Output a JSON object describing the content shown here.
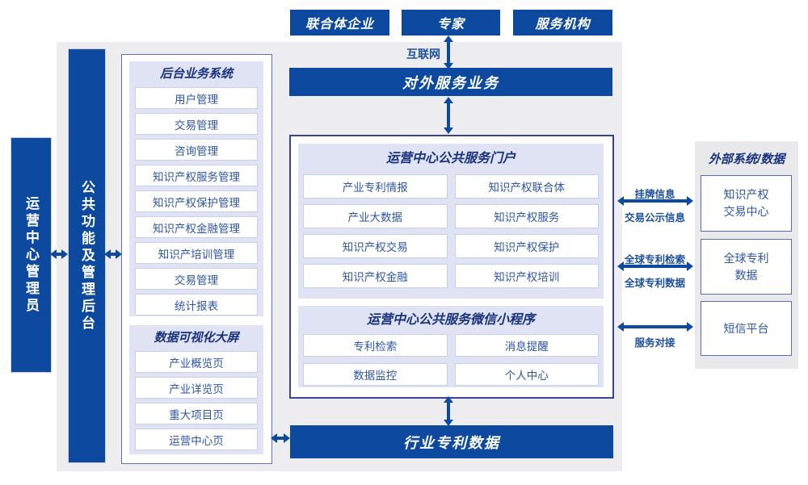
{
  "palette": {
    "primary_blue": "#0d4a9f",
    "navy_title": "#19327e",
    "item_text_blue": "#2e55a8",
    "label_blue": "#1d4fa1",
    "panel_lavender": "#dfe3f3",
    "background_gray": "#ededef"
  },
  "actors": [
    {
      "label": "联合体企业"
    },
    {
      "label": "专家"
    },
    {
      "label": "服务机构"
    }
  ],
  "labels": {
    "internet": "互联网"
  },
  "bars": {
    "external_service": "对外服务业务",
    "industry_patent": "行业专利数据"
  },
  "left": {
    "admin_bar": "运营中心管理员",
    "backend_bar": "公共功能及管理后台",
    "backend_system": {
      "title": "后台业务系统",
      "items": [
        "用户管理",
        "交易管理",
        "咨询管理",
        "知识产权服务管理",
        "知识产权保护管理",
        "知识产权金融管理",
        "知识产培训管理",
        "交易管理",
        "统计报表"
      ]
    },
    "dashboard": {
      "title": "数据可视化大屏",
      "items": [
        "产业概览页",
        "产业详览页",
        "重大项目页",
        "运营中心页"
      ]
    }
  },
  "center": {
    "portal": {
      "title": "运营中心公共服务门户",
      "items": [
        "产业专利情报",
        "知识产权联合体",
        "产业大数据",
        "知识产权服务",
        "知识产权交易",
        "知识产权保护",
        "知识产权金融",
        "知识产权培训"
      ]
    },
    "miniprogram": {
      "title": "运营中心公共服务微信小程序",
      "items": [
        "专利检索",
        "消息提醒",
        "数据监控",
        "个人中心"
      ]
    }
  },
  "right": {
    "title": "外部系统/数据",
    "systems": [
      "知识产权\n交易中心",
      "全球专利\n数据",
      "短信平台"
    ],
    "links": [
      {
        "top": "挂牌信息",
        "bottom": "交易公示信息"
      },
      {
        "top": "全球专利检索",
        "bottom": "全球专利数据"
      },
      {
        "top": "",
        "bottom": "服务对接"
      }
    ]
  }
}
